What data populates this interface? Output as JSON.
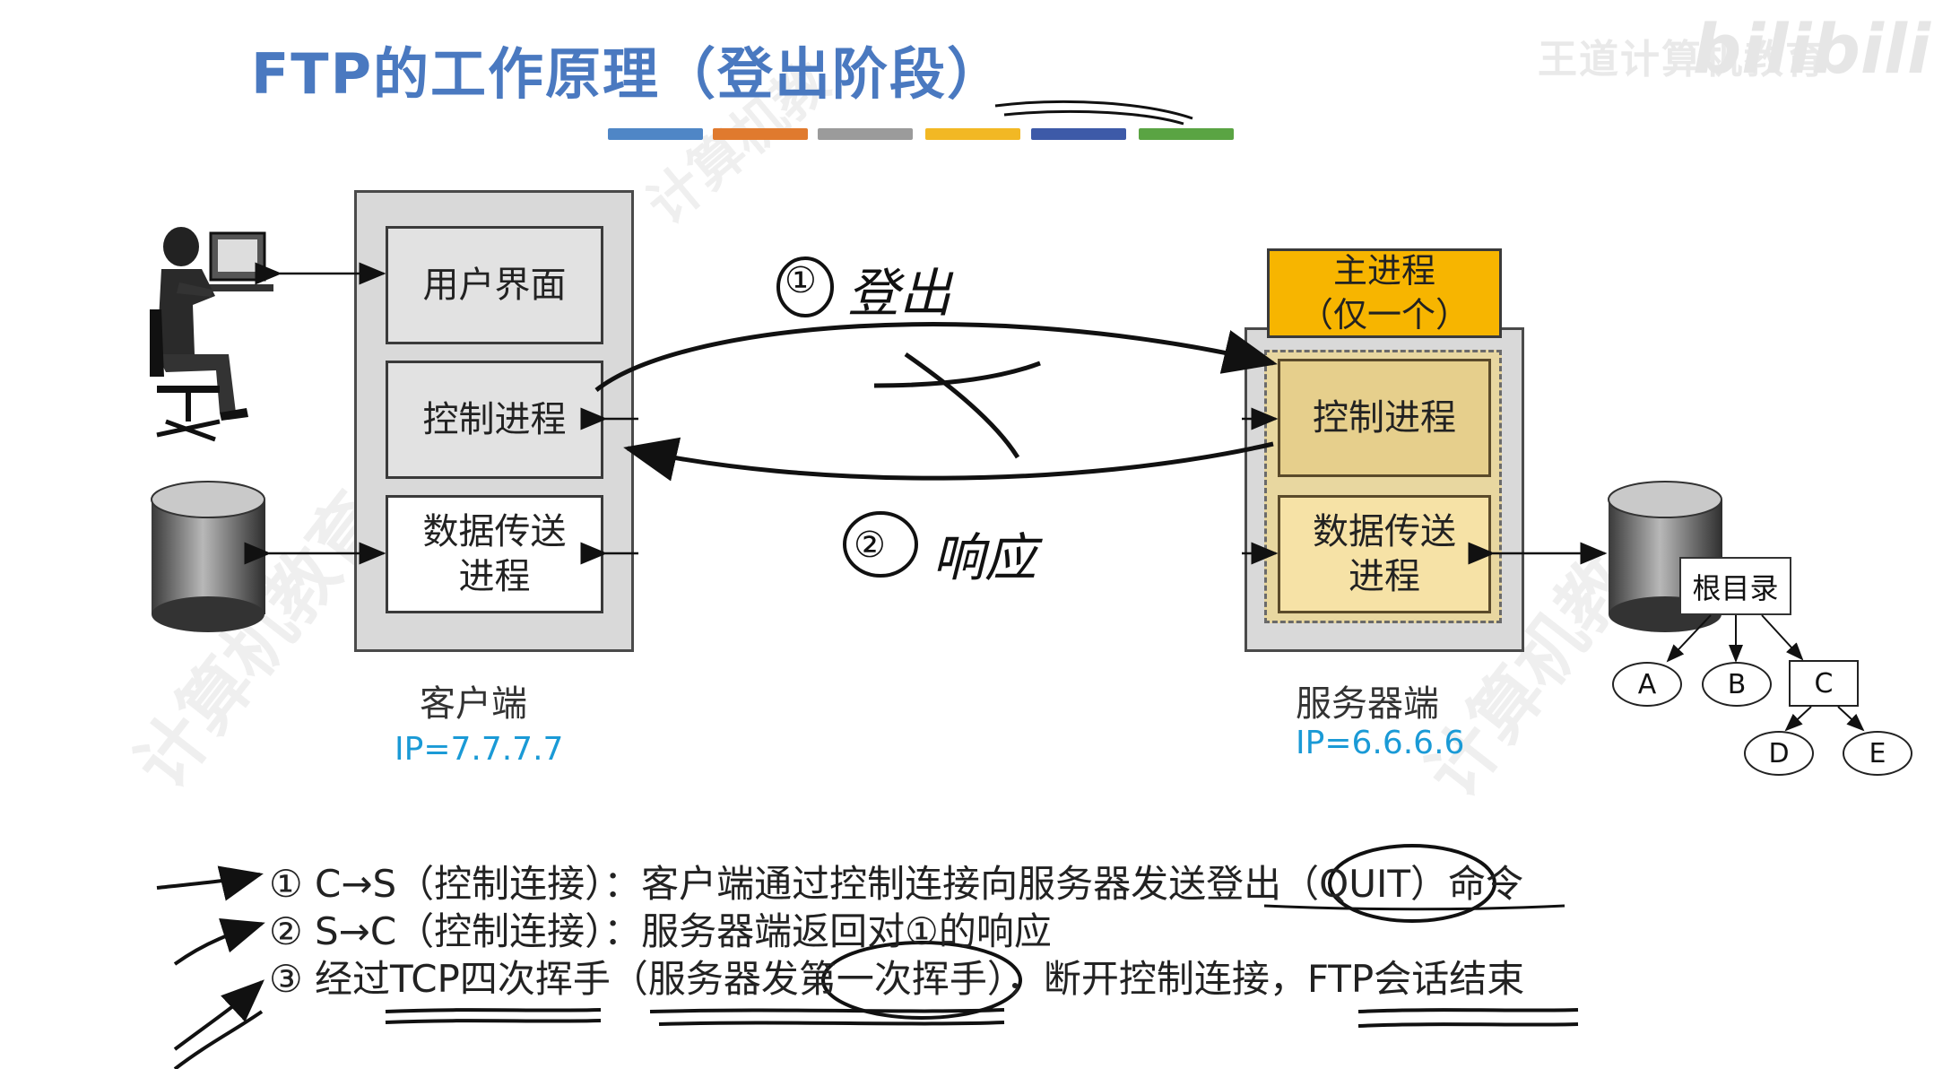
{
  "title": "FTP的工作原理（登出阶段）",
  "title_color": "#4a79c0",
  "accent_bar_colors": [
    "#4f86c6",
    "#e07a2e",
    "#9b9b9b",
    "#f2b824",
    "#3d5aa8",
    "#5aa443"
  ],
  "watermark": {
    "brand": "王道计算机教育",
    "site": "bilibili",
    "diagonal_text": [
      "计算机教育",
      "计算机教",
      "计算机教"
    ]
  },
  "client": {
    "ui_box": "用户界面",
    "control_box": "控制进程",
    "data_box_line1": "数据传送",
    "data_box_line2": "进程",
    "label": "客户端",
    "ip": "IP=7.7.7.7"
  },
  "server": {
    "main_proc_line1": "主进程",
    "main_proc_line2": "（仅一个）",
    "control_box": "控制进程",
    "data_box_line1": "数据传送",
    "data_box_line2": "进程",
    "label": "服务器端",
    "ip": "IP=6.6.6.6"
  },
  "directory_tree": {
    "root": "根目录",
    "nodes": [
      "A",
      "B",
      "C",
      "D",
      "E"
    ]
  },
  "handwritten": {
    "step1_num": "①",
    "step1_text": "登出",
    "step2_num": "②",
    "step2_text": "响应"
  },
  "steps": [
    "① C→S（控制连接）：客户端通过控制连接向服务器发送登出（QUIT）命令",
    "② S→C（控制连接）：服务器端返回对①的响应",
    "③ 经过TCP四次挥手（服务器发第一次挥手），断开控制连接，FTP会话结束"
  ],
  "icons": {
    "user": "person-at-computer-icon",
    "client_storage": "database-cylinder-icon",
    "server_storage": "database-cylinder-icon"
  }
}
